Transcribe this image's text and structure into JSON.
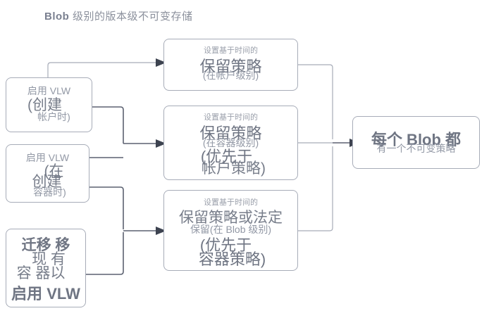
{
  "page": {
    "title_prefix": "Blob",
    "title_rest": " 级别的版本级不可变存储",
    "background": "#ffffff",
    "line_color": "#5b6170",
    "box_border": "#a7acb8",
    "text_color": "#9aa0ab"
  },
  "diagram": {
    "type": "flowchart",
    "left_column": [
      {
        "id": "enable-vlw-account",
        "lines": [
          "启用 VLW",
          "(创建",
          "帐户时)"
        ]
      },
      {
        "id": "enable-vlw-container",
        "lines": [
          "启用 VLW",
          "(在",
          "创建",
          "容器时)"
        ]
      },
      {
        "id": "migrate-existing-container",
        "lines": [
          "迁移 移",
          "现 有",
          "容 器以",
          "启用 VLW"
        ]
      }
    ],
    "middle_column": [
      {
        "id": "retention-policy-account",
        "lines": [
          "设置基于时间的",
          "保留策略",
          "(在帐户级别)"
        ]
      },
      {
        "id": "retention-policy-container",
        "lines": [
          "设置基于时间的",
          "保留策略",
          "(在容器级别)",
          "(优先于",
          "帐户策略)"
        ]
      },
      {
        "id": "retention-policy-blob",
        "lines": [
          "设置基于时间的",
          "保留策略或法定",
          "保留(在 Blob 级别)",
          "(优先于",
          "容器策略)"
        ]
      }
    ],
    "right_column": [
      {
        "id": "every-blob-has-policy",
        "lines": [
          "每个 Blob 都",
          "有一个不可变策略"
        ]
      }
    ],
    "connectors": [
      {
        "from": "enable-vlw-account",
        "to": "retention-policy-account"
      },
      {
        "from": "enable-vlw-account",
        "to": "retention-policy-container"
      },
      {
        "from": "enable-vlw-container",
        "to": "retention-policy-container"
      },
      {
        "from": "enable-vlw-container",
        "to": "retention-policy-blob"
      },
      {
        "from": "migrate-existing-container",
        "to": "retention-policy-blob"
      },
      {
        "from": "retention-policy-account",
        "to": "every-blob-has-policy"
      },
      {
        "from": "retention-policy-container",
        "to": "every-blob-has-policy"
      },
      {
        "from": "retention-policy-blob",
        "to": "every-blob-has-policy"
      }
    ]
  }
}
